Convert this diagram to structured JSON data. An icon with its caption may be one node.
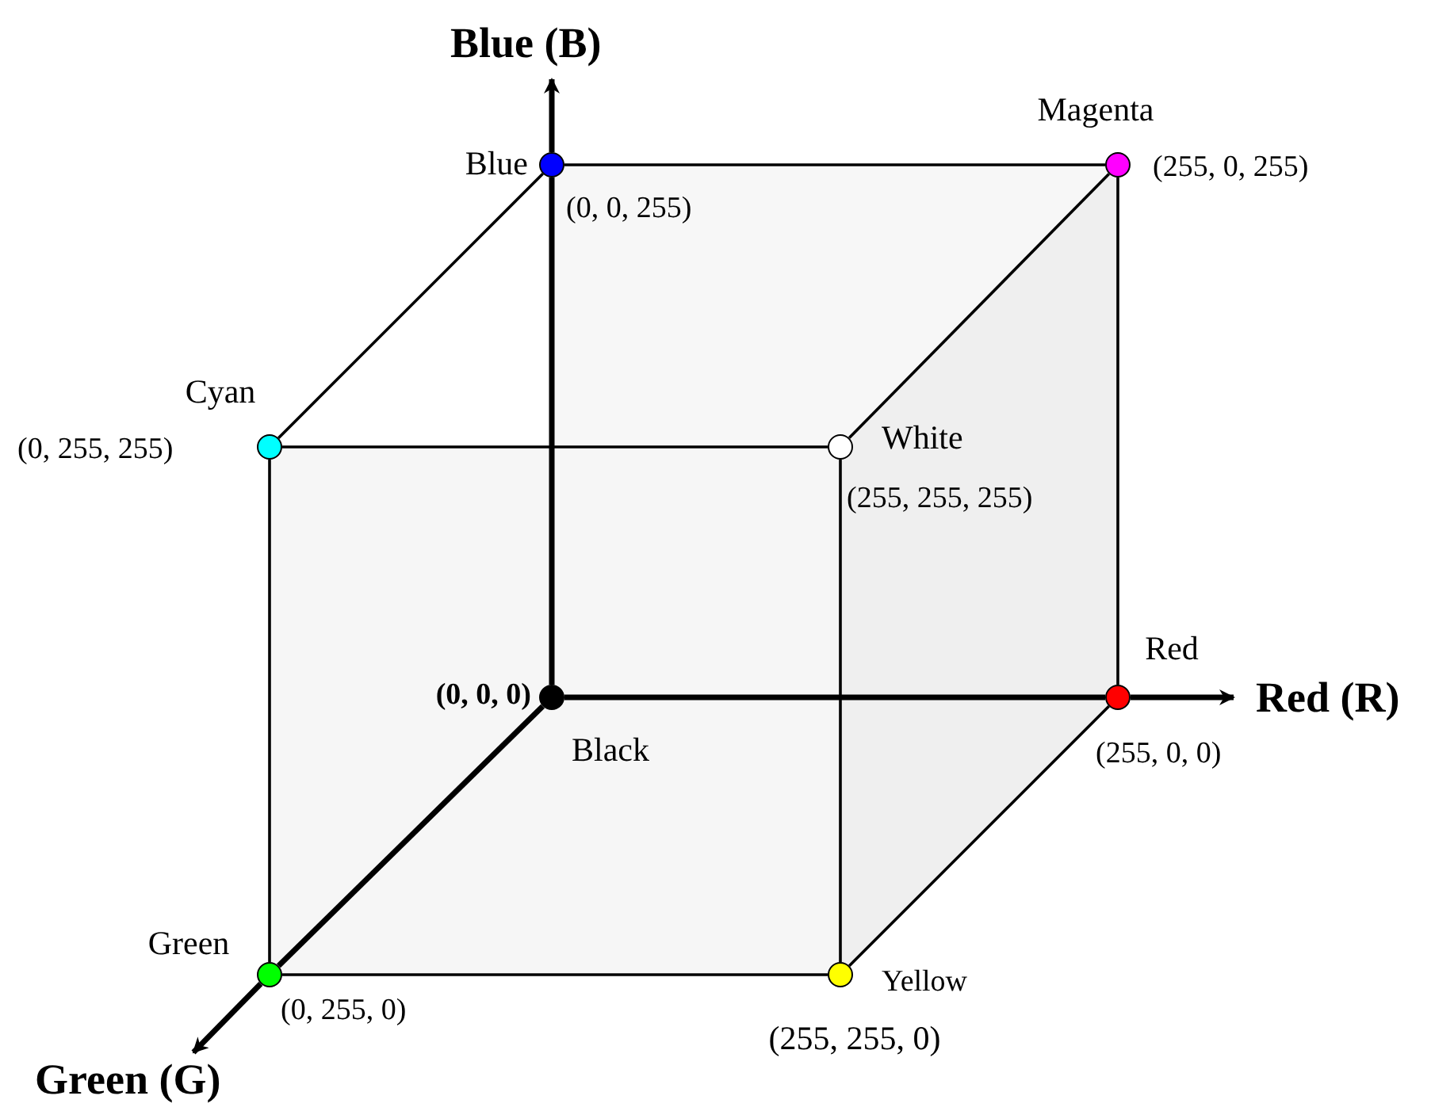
{
  "diagram": {
    "nodes": [
      {
        "text": [
          "Blue",
          "(0, 0, 255)"
        ]
      },
      {
        "text": [
          "Magenta",
          "(255, 0, 255)"
        ]
      },
      {
        "text": [
          "Cyan",
          "(0, 255, 255)"
        ]
      },
      {
        "text": [
          "White",
          "(255, 255, 255)"
        ]
      },
      {
        "text": [
          "(0, 0, 0)",
          "Black"
        ]
      },
      {
        "text": [
          "Red",
          "(255, 0, 0)"
        ]
      },
      {
        "text": [
          "Green",
          "(0, 255, 0)"
        ]
      },
      {
        "text": [
          "Yellow",
          "(255, 255, 0)"
        ]
      },
      {
        "text": [
          "Blue (B)"
        ]
      },
      {
        "text": [
          "Red (R)"
        ]
      },
      {
        "text": [
          "Green (G)"
        ]
      }
    ],
    "edges": [
      {
        "from": 0,
        "to": 1,
        "arrow": "none"
      },
      {
        "from": 0,
        "to": 2,
        "arrow": "none"
      },
      {
        "from": 1,
        "to": 3,
        "arrow": "none"
      },
      {
        "from": 2,
        "to": 3,
        "arrow": "none"
      },
      {
        "from": 1,
        "to": 5,
        "arrow": "none"
      },
      {
        "from": 2,
        "to": 6,
        "arrow": "none"
      },
      {
        "from": 3,
        "to": 7,
        "arrow": "none"
      },
      {
        "from": 5,
        "to": 7,
        "arrow": "none"
      },
      {
        "from": 6,
        "to": 7,
        "arrow": "none"
      },
      {
        "from": 4,
        "to": 0,
        "arrow": "none",
        "style": "thick"
      },
      {
        "from": 4,
        "to": 5,
        "arrow": "none",
        "style": "thick"
      },
      {
        "from": 4,
        "to": 6,
        "arrow": "none",
        "style": "thick"
      },
      {
        "from": 0,
        "to": 8,
        "arrow": "to",
        "style": "thick"
      },
      {
        "from": 5,
        "to": 9,
        "arrow": "to",
        "style": "thick"
      },
      {
        "from": 6,
        "to": 10,
        "arrow": "to",
        "style": "thick"
      }
    ]
  }
}
